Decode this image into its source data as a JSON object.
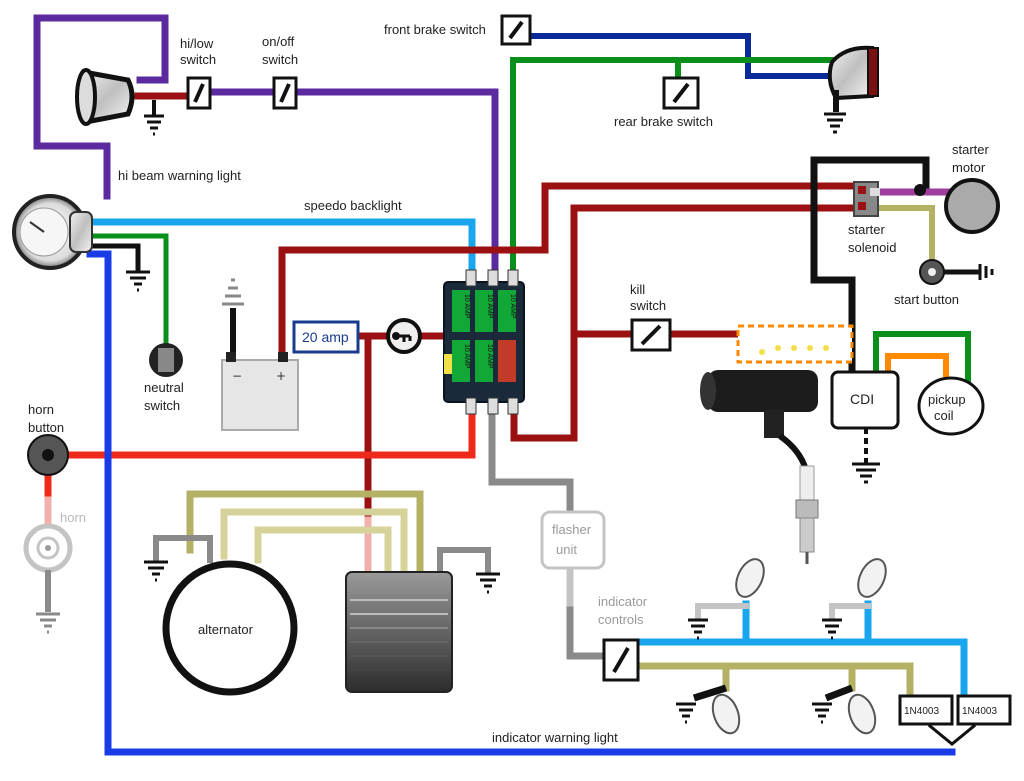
{
  "labels": {
    "front_brake_switch": "front brake switch",
    "hi_low_1": "hi/low",
    "hi_low_2": "switch",
    "on_off_1": "on/off",
    "on_off_2": "switch",
    "rear_brake_switch": "rear brake switch",
    "starter_motor_1": "starter",
    "starter_motor_2": "motor",
    "starter_solenoid_1": "starter",
    "starter_solenoid_2": "solenoid",
    "start_button": "start button",
    "hi_beam_warning_light": "hi beam warning light",
    "speedo_backlight": "speedo backlight",
    "kill_switch_1": "kill",
    "kill_switch_2": "switch",
    "neutral_switch_1": "neutral",
    "neutral_switch_2": "switch",
    "twenty_amp": "20 amp",
    "cdi": "CDI",
    "pickup_coil_1": "pickup",
    "pickup_coil_2": "coil",
    "horn_button_1": "horn",
    "horn_button_2": "button",
    "horn": "horn",
    "flasher_unit_1": "flasher",
    "flasher_unit_2": "unit",
    "indicator_controls_1": "indicator",
    "indicator_controls_2": "controls",
    "alternator": "alternator",
    "diode_1": "1N4003",
    "diode_2": "1N4003",
    "indicator_warning_light": "indicator warning light",
    "fuse_label": "10 AMP"
  },
  "wire_colors": {
    "purple": "#5b2a9e",
    "dark_red": "#9b1010",
    "red": "#ee2a1a",
    "green": "#0a8f1a",
    "navy": "#0a2a9a",
    "blue": "#1a3ce6",
    "light_blue": "#1aa6ee",
    "olive": "#b4b064",
    "khaki": "#d6d39a",
    "black": "#111111",
    "grey": "#8a8a8a",
    "light_grey": "#c4c4c4",
    "pink": "#f2b0ac",
    "orange": "#ff8a00",
    "magenta": "#a03c9c"
  }
}
